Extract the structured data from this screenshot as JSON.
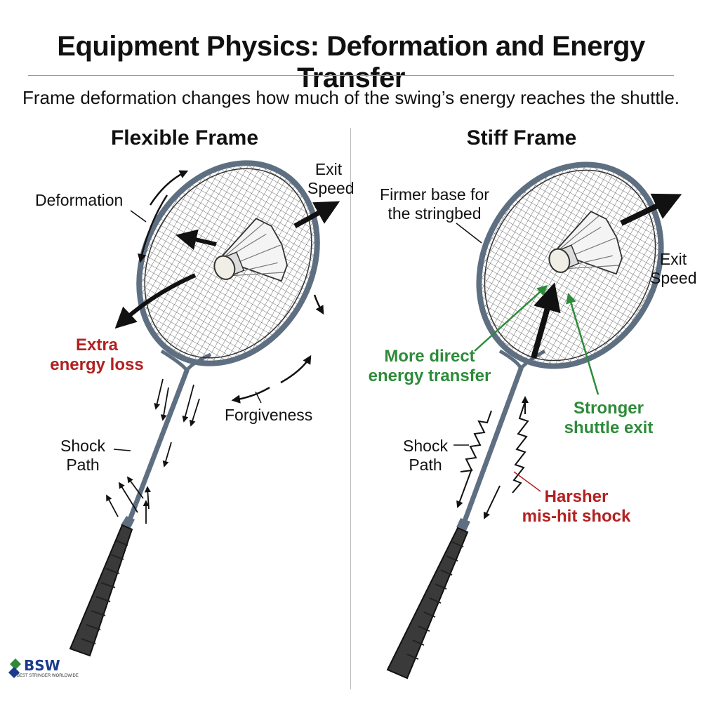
{
  "header": {
    "title": "Equipment Physics: Deformation and Energy Transfer",
    "subtitle": "Frame deformation changes how much of the swing’s energy reaches the shuttle."
  },
  "left_panel": {
    "title": "Flexible Frame",
    "labels": {
      "deformation": "Deformation",
      "exit_speed_1": "Exit",
      "exit_speed_2": "Speed",
      "extra_loss_1": "Extra",
      "extra_loss_2": "energy loss",
      "forgiveness": "Forgiveness",
      "shock_1": "Shock",
      "shock_2": "Path"
    }
  },
  "right_panel": {
    "title": "Stiff Frame",
    "labels": {
      "firmer_1": "Firmer base for",
      "firmer_2": "the stringbed",
      "exit_speed_1": "Exit",
      "exit_speed_2": "Speed",
      "direct_1": "More direct",
      "direct_2": "energy transfer",
      "stronger_1": "Stronger",
      "stronger_2": "shuttle exit",
      "shock_1": "Shock",
      "shock_2": "Path",
      "harsher_1": "Harsher",
      "harsher_2": "mis-hit shock"
    }
  },
  "logo": {
    "text": "BSW",
    "sub": "BEST STRINGER WORLDWIDE"
  },
  "colors": {
    "red": "#b32020",
    "green": "#2e8b3a",
    "frame": "#5f6f82",
    "grip": "#3a3a3a"
  }
}
